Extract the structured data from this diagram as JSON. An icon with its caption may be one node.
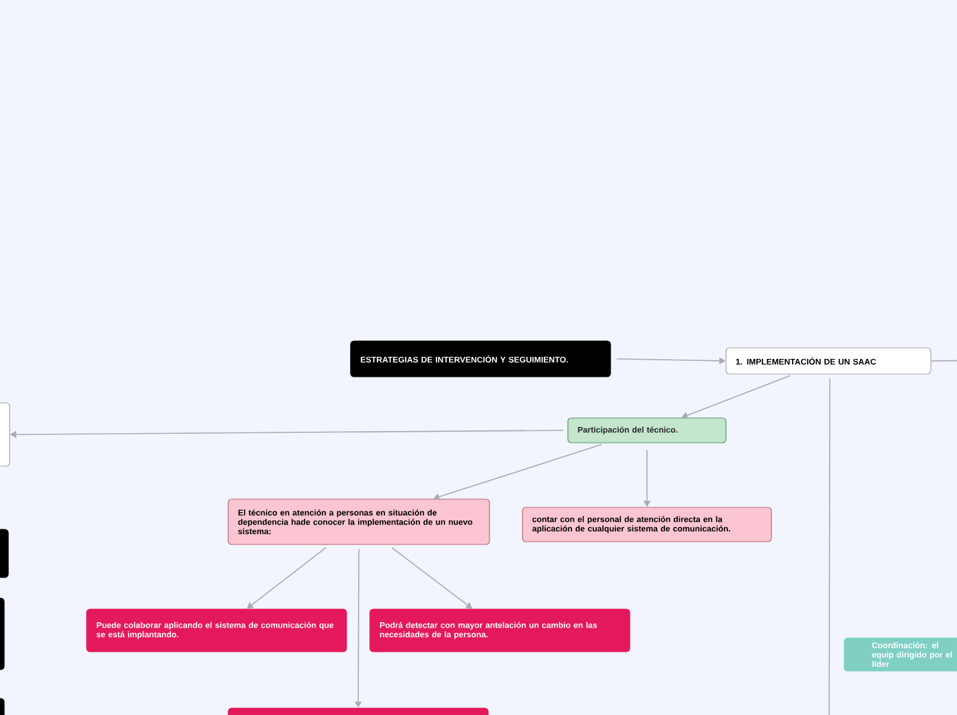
{
  "diagram": {
    "nodes": [
      {
        "text": [
          "ESTRATEGIAS DE INTERVENCIÓN Y SEGUIMIENTO."
        ]
      },
      {
        "text": [
          "1. IMPLEMENTACIÓN DE UN SAAC"
        ]
      },
      {
        "text": [
          "Participación del técnico."
        ]
      },
      {
        "text": [],
        "shape": "box"
      },
      {
        "text": [
          "El técnico en atención a personas en situación de dependencia hade conocer la implementación de un nuevo sistema:"
        ]
      },
      {
        "text": [
          "contar con el personal de atención directa en la aplicación de cualquier sistema de comunicación."
        ]
      },
      {
        "text": [],
        "shape": "box"
      },
      {
        "text": [],
        "shape": "box"
      },
      {
        "text": [
          "Puede colaborar aplicando el sistema de comunicación que se está implantando."
        ]
      },
      {
        "text": [
          "Podrá detectar con mayor antelación un cambio en las necesidades de la persona."
        ]
      },
      {
        "text": [
          "Coordinación: el equip dirigido por el líder"
        ]
      },
      {
        "text": [],
        "shape": "box"
      },
      {
        "text": [],
        "shape": "box"
      }
    ],
    "edges": [
      {
        "from": 0,
        "to": 1,
        "arrow": "to"
      },
      {
        "from": 1,
        "to": null,
        "arrow": "none"
      },
      {
        "from": 1,
        "to": null,
        "arrow": "none"
      },
      {
        "from": 1,
        "to": 2,
        "arrow": "to"
      },
      {
        "from": 2,
        "to": 3,
        "arrow": "to"
      },
      {
        "from": 2,
        "to": 4,
        "arrow": "to"
      },
      {
        "from": 2,
        "to": 5,
        "arrow": "to"
      },
      {
        "from": 4,
        "to": 8,
        "arrow": "to"
      },
      {
        "from": 4,
        "to": 9,
        "arrow": "to"
      },
      {
        "from": 4,
        "to": 12,
        "arrow": "to"
      }
    ]
  }
}
